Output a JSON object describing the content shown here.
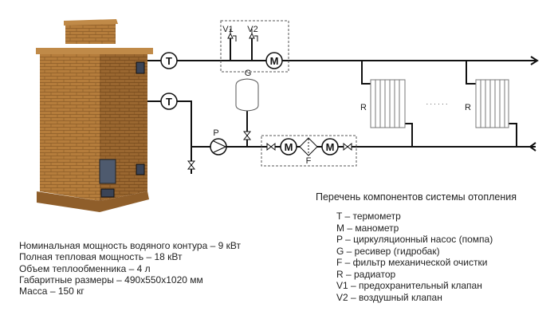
{
  "diagram": {
    "labels": {
      "T": "T",
      "M": "M",
      "P": "P",
      "G": "G",
      "F": "F",
      "R": "R",
      "V1": "V1",
      "V2": "V2",
      "dots": "· · · · · ·"
    }
  },
  "specs": [
    "Номинальная мощность водяного контура – 9 кВт",
    "Полная тепловая мощность – 18 кВт",
    "Объем теплообменника – 4 л",
    "Габаритные размеры – 490x550x1020 мм",
    "Масса – 150 кг"
  ],
  "legend": {
    "title": "Перечень компонентов системы отопления",
    "items": [
      "T  – термометр",
      "M – манометр",
      "P  – циркуляционный насос (помпа)",
      "G – ресивер (гидробак)",
      "F  – фильтр механической очистки",
      "R – радиатор",
      "V1 – предохранительный клапан",
      "V2 – воздушный клапан"
    ]
  },
  "colors": {
    "brick": "#b07a3a",
    "brick_dark": "#8a5a26",
    "pipe": "#111111"
  }
}
